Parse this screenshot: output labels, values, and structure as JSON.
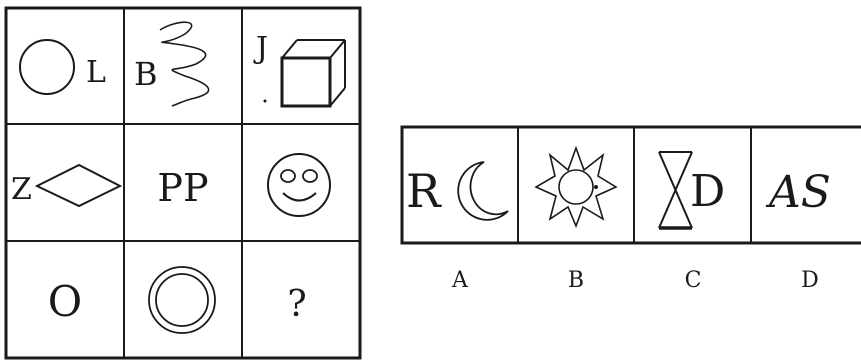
{
  "puzzle_grid": {
    "r1c1_letter": "L",
    "r1c2_letter": "B",
    "r1c3_letter": "J",
    "r2c1_letter": "Z",
    "r2c2_text": "PP",
    "r3c1_text": "O",
    "r3c3_text": "?"
  },
  "options": {
    "a_text": "R",
    "c_text": "D",
    "d_text": "AS",
    "labels": [
      "A",
      "B",
      "C",
      "D"
    ]
  }
}
